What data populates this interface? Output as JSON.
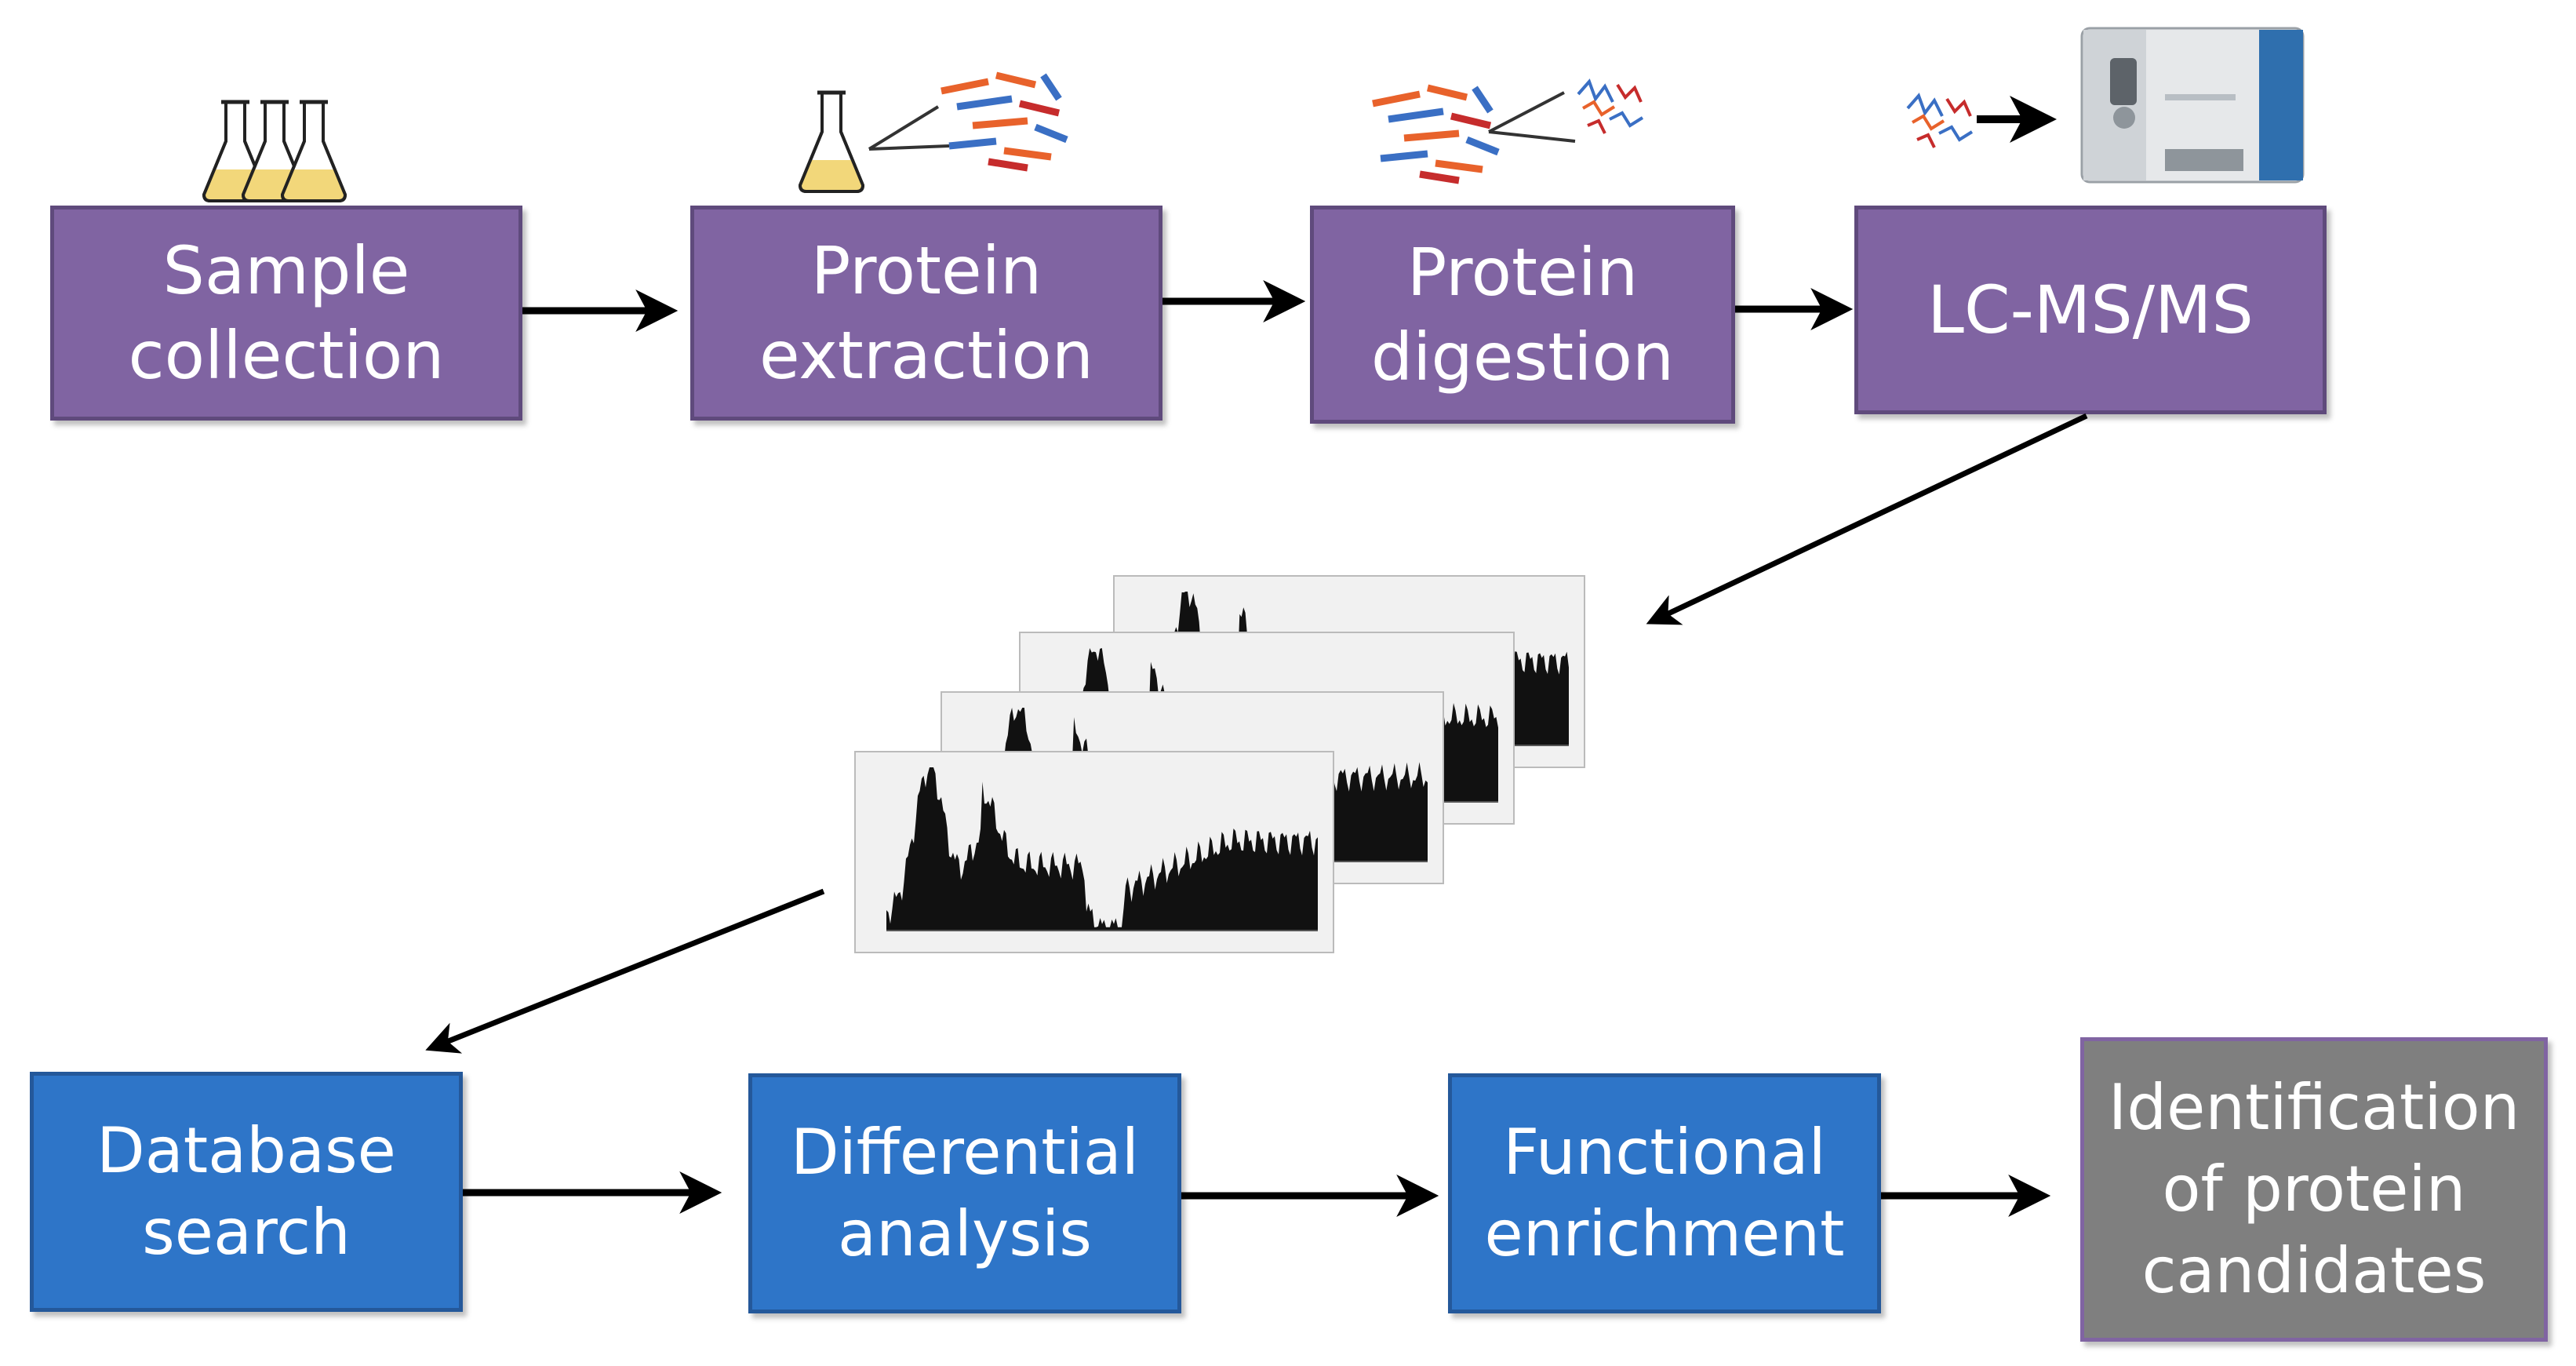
{
  "steps_top": [
    {
      "id": "sample-collection",
      "label": "Sample\ncollection"
    },
    {
      "id": "protein-extraction",
      "label": "Protein\nextraction"
    },
    {
      "id": "protein-digestion",
      "label": "Protein\ndigestion"
    },
    {
      "id": "lc-ms-ms",
      "label": "LC-MS/MS"
    }
  ],
  "steps_bottom": [
    {
      "id": "database-search",
      "label": "Database\nsearch"
    },
    {
      "id": "differential-analysis",
      "label": "Differential\nanalysis"
    },
    {
      "id": "functional-enrichment",
      "label": "Functional\nenrichment"
    },
    {
      "id": "identification",
      "label": "Identification\nof protein\ncandidates"
    }
  ],
  "colors": {
    "purple_box": "#8064a2",
    "blue_box": "#2e75c8",
    "gray_box": "#7f7f7f",
    "arrow": "#000000",
    "flask_liquid": "#f2d77a"
  }
}
